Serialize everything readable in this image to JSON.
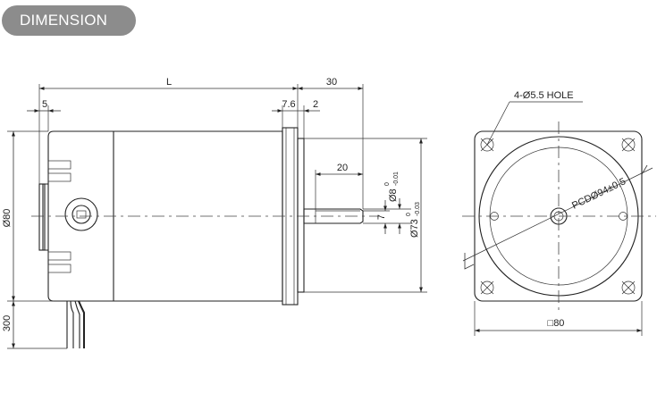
{
  "header": {
    "title": "DIMENSION"
  },
  "side_view": {
    "dim_length": "L",
    "dim_shaft_length": "30",
    "dim_end_cap": "5",
    "dim_flange": "7.6",
    "dim_pilot": "2",
    "dim_key_length": "20",
    "dim_shaft_dia_main": "Ø8",
    "dim_shaft_dia_upper": "0",
    "dim_shaft_dia_lower": "-0.01",
    "dim_pilot_dia_main": "Ø73",
    "dim_pilot_dia_upper": "0",
    "dim_pilot_dia_lower": "-0.03",
    "dim_flat": "7",
    "dim_height": "Ø80",
    "dim_lead_length": "300"
  },
  "front_view": {
    "hole_label": "4-Ø5.5 HOLE",
    "pcd_label": "PCDØ94±0.5",
    "square_label": "□80"
  }
}
